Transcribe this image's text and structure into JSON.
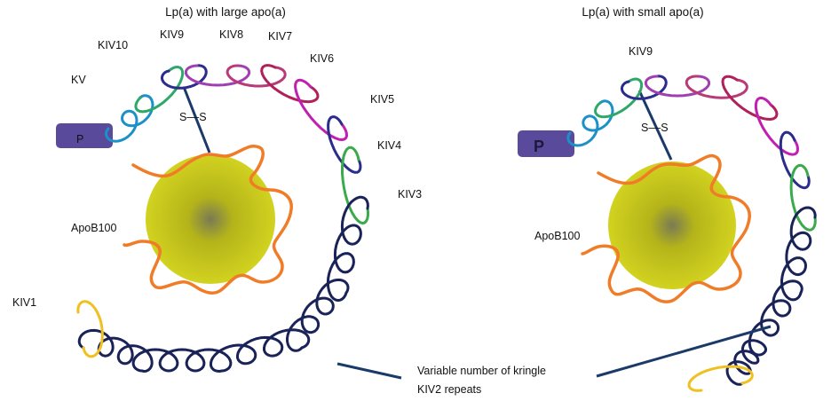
{
  "panels": [
    {
      "title": "Lp(a) with large apo(a)",
      "kringle_labels": [
        "KV",
        "KIV10",
        "KIV9",
        "KIV8",
        "KIV7",
        "KIV6",
        "KIV5",
        "KIV4",
        "KIV3",
        "KIV1"
      ],
      "protease_label": "P",
      "disulfide_label": "S––S",
      "apob_label": "ApoB100",
      "kiv2_loop_count": 14
    },
    {
      "title": "Lp(a) with small apo(a)",
      "kringle_labels": [
        "KIV9"
      ],
      "protease_label": "P",
      "disulfide_label": "S––S",
      "apob_label": "ApoB100",
      "kiv2_loop_count": 8
    }
  ],
  "annotation": {
    "line1": "Variable number of kringle",
    "line2": "KIV2 repeats"
  },
  "colors": {
    "kv": "#1e90c8",
    "kiv10": "#2ea868",
    "kiv9": "#2c2c8c",
    "kiv8": "#a040b0",
    "kiv7": "#b83a78",
    "kiv6": "#b0205a",
    "kiv5": "#c020b0",
    "kiv4": "#2c2c8c",
    "kiv3": "#3aaa4a",
    "kiv2": "#1a2358",
    "kiv1": "#f0c020",
    "apob": "#f07c28",
    "ldl_core": "#c8c818",
    "protease": "#5a4a9c",
    "linker": "#1a3a6a"
  }
}
